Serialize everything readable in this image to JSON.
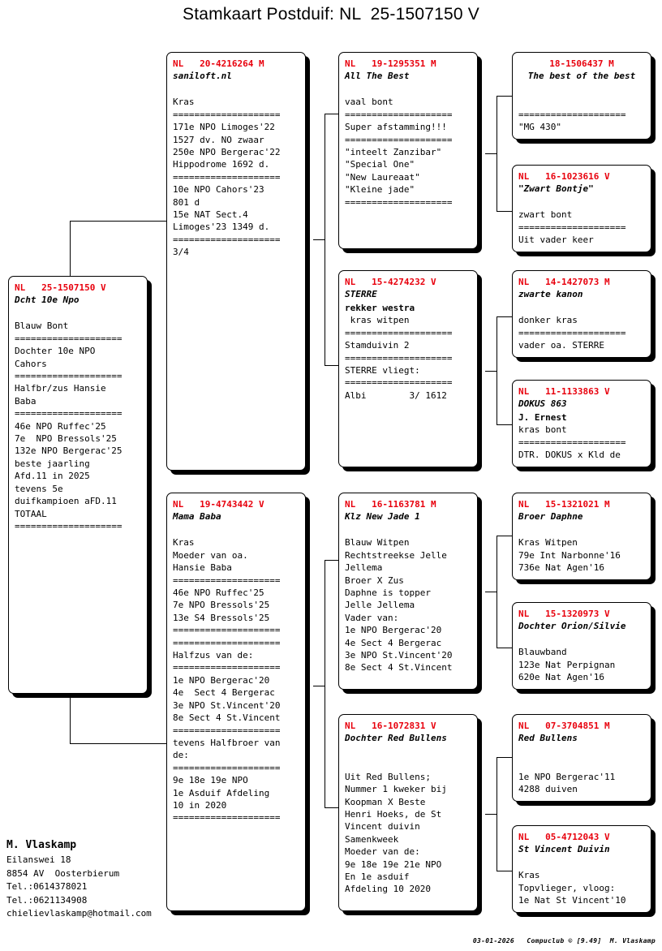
{
  "title": "Stamkaart Postduif: NL  25-1507150 V",
  "subject": {
    "ring": "NL   25-1507150 V",
    "nickname": "Dcht 10e Npo",
    "lines": [
      "",
      "Blauw Bont",
      "====================",
      "Dochter 10e NPO",
      "Cahors",
      "====================",
      "Halfbr/zus Hansie",
      "Baba",
      "====================",
      "46e NPO Ruffec'25",
      "7e  NPO Bressols'25",
      "132e NPO Bergerac'25",
      "beste jaarling",
      "Afd.11 in 2025",
      "tevens 5e",
      "duifkampioen aFD.11",
      "TOTAAL",
      "===================="
    ]
  },
  "father": {
    "ring": "NL   20-4216264 M",
    "nickname": "saniloft.nl",
    "lines": [
      "",
      "Kras",
      "====================",
      "171e NPO Limoges'22",
      "1527 dv. NO zwaar",
      "250e NPO Bergerac'22",
      "Hippodrome 1692 d.",
      "====================",
      "10e NPO Cahors'23",
      "801 d",
      "15e NAT Sect.4",
      "Limoges'23 1349 d.",
      "====================",
      "3/4"
    ]
  },
  "mother": {
    "ring": "NL   19-4743442 V",
    "nickname": "Mama Baba",
    "lines": [
      "",
      "Kras",
      "Moeder van oa.",
      "Hansie Baba",
      "====================",
      "46e NPO Ruffec'25",
      "7e NPO Bressols'25",
      "13e S4 Bressols'25",
      "====================",
      "====================",
      "Halfzus van de:",
      "====================",
      "1e NPO Bergerac'20",
      "4e  Sect 4 Bergerac",
      "3e NPO St.Vincent'20",
      "8e Sect 4 St.Vincent",
      "====================",
      "tevens Halfbroer van",
      "de:",
      "====================",
      "9e 18e 19e NPO",
      "1e Asduif Afdeling",
      "10 in 2020",
      "===================="
    ]
  },
  "gen3": [
    {
      "ring": "NL   19-1295351 M",
      "nickname": "All The Best",
      "lines": [
        "",
        "vaal bont",
        "====================",
        "Super afstamming!!!",
        "====================",
        "\"inteelt Zanzibar\"",
        "\"Special One\"",
        "\"New Laureaat\"",
        "\"Kleine jade\"",
        "===================="
      ]
    },
    {
      "ring": "NL   15-4274232 V",
      "nickname": "STERRE",
      "lines": [
        {
          "t": "rekker westra",
          "bold": true
        },
        {
          "t": " kras witpen"
        },
        {
          "t": "===================="
        },
        {
          "t": "Stamduivin 2"
        },
        {
          "t": "===================="
        },
        {
          "t": "STERRE vliegt:"
        },
        {
          "t": "===================="
        },
        {
          "t": "Albi        3/ 1612"
        }
      ]
    },
    {
      "ring": "NL   16-1163781 M",
      "nickname": "Klz New Jade 1",
      "lines": [
        "",
        "Blauw Witpen",
        "Rechtstreekse Jelle",
        "Jellema",
        "Broer X Zus",
        "Daphne is topper",
        "Jelle Jellema",
        "Vader van:",
        "1e NPO Bergerac'20",
        "4e Sect 4 Bergerac",
        "3e NPO St.Vincent'20",
        "8e Sect 4 St.Vincent"
      ]
    },
    {
      "ring": "NL   16-1072831 V",
      "nickname": "Dochter Red Bullens",
      "lines": [
        "",
        "",
        "Uit Red Bullens;",
        "Nummer 1 kweker bij",
        "Koopman X Beste",
        "Henri Hoeks, de St",
        "Vincent duivin",
        "Samenkweek",
        "Moeder van de:",
        "9e 18e 19e 21e NPO",
        "En 1e asduif",
        "Afdeling 10 2020"
      ]
    }
  ],
  "gen4": [
    {
      "ring": "18-1506437 M",
      "nickname": "The best of the best",
      "centered": true,
      "lines": [
        "",
        "",
        "====================",
        "\"MG 430\""
      ]
    },
    {
      "ring": "NL   16-1023616 V",
      "nickname": "\"Zwart Bontje\"",
      "centered": false,
      "lines": [
        "",
        "zwart bont",
        "====================",
        "Uit vader keer"
      ]
    },
    {
      "ring": "NL   14-1427073 M",
      "nickname": "zwarte kanon",
      "centered": false,
      "lines": [
        "",
        "donker kras",
        "====================",
        "vader oa. STERRE"
      ]
    },
    {
      "ring": "NL   11-1133863 V",
      "nickname": "DOKUS 863",
      "centered": false,
      "lines": [
        {
          "t": "J. Ernest",
          "bold": true
        },
        {
          "t": "kras bont"
        },
        {
          "t": "===================="
        },
        {
          "t": "DTR. DOKUS x Kld de"
        }
      ]
    },
    {
      "ring": "NL   15-1321021 M",
      "nickname": "Broer Daphne",
      "centered": false,
      "lines": [
        "",
        "Kras Witpen",
        "79e Int Narbonne'16",
        "736e Nat Agen'16"
      ]
    },
    {
      "ring": "NL   15-1320973 V",
      "nickname": "Dochter Orion/Silvie",
      "centered": false,
      "lines": [
        "",
        "Blauwband",
        "123e Nat Perpignan",
        "620e Nat Agen'16"
      ]
    },
    {
      "ring": "NL   07-3704851 M",
      "nickname": "Red Bullens",
      "centered": false,
      "lines": [
        "",
        "",
        "1e NPO Bergerac'11",
        "4288 duiven"
      ]
    },
    {
      "ring": "NL   05-4712043 V",
      "nickname": "St Vincent Duivin",
      "centered": false,
      "lines": [
        "",
        "Kras",
        "Topvlieger, vloog:",
        "1e Nat St Vincent'10"
      ]
    }
  ],
  "owner": {
    "name": "M. Vlaskamp",
    "address": [
      "Eilanswei 18",
      "8854 AV  Oosterbierum",
      "Tel.:0614378021",
      "Tel.:0621134908",
      "chielievlaskamp@hotmail.com"
    ]
  },
  "footer": "03-01-2026   Compuclub © [9.49]  M. Vlaskamp",
  "colors": {
    "ring_red": "#e8000d",
    "ink": "#000000",
    "paper": "#ffffff"
  }
}
